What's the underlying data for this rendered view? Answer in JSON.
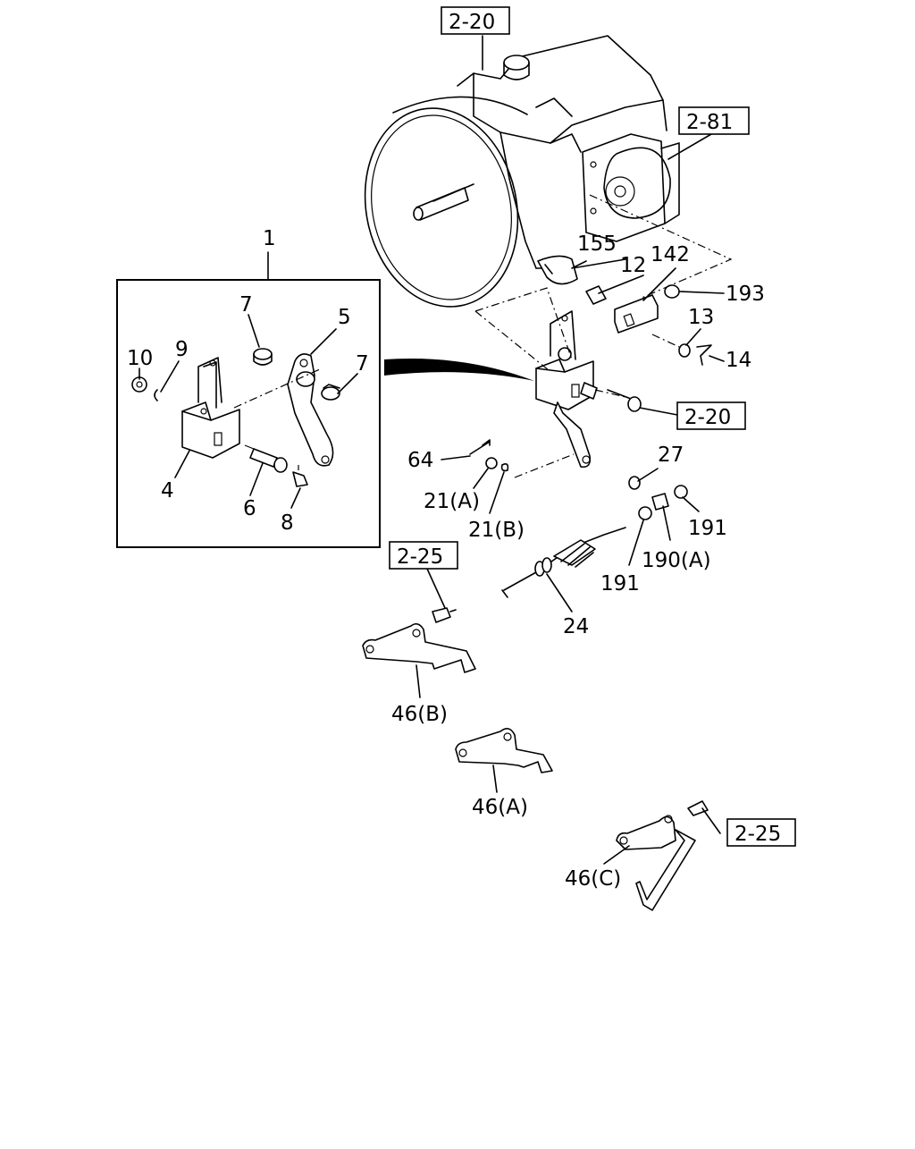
{
  "references": {
    "r1": "2-20",
    "r2": "2-81",
    "r3": "2-20",
    "r4": "2-25",
    "r5": "2-25"
  },
  "callouts": {
    "c1": "1",
    "c4": "4",
    "c5": "5",
    "c6": "6",
    "c7a": "7",
    "c7b": "7",
    "c8": "8",
    "c9": "9",
    "c10": "10",
    "c12": "12",
    "c13": "13",
    "c14": "14",
    "c142": "142",
    "c155": "155",
    "c193": "193",
    "c64": "64",
    "c21a": "21(A)",
    "c21b": "21(B)",
    "c27": "27",
    "c24": "24",
    "c191a": "191",
    "c191b": "191",
    "c190a": "190(A)",
    "c46b": "46(B)",
    "c46a": "46(A)",
    "c46c": "46(C)"
  }
}
